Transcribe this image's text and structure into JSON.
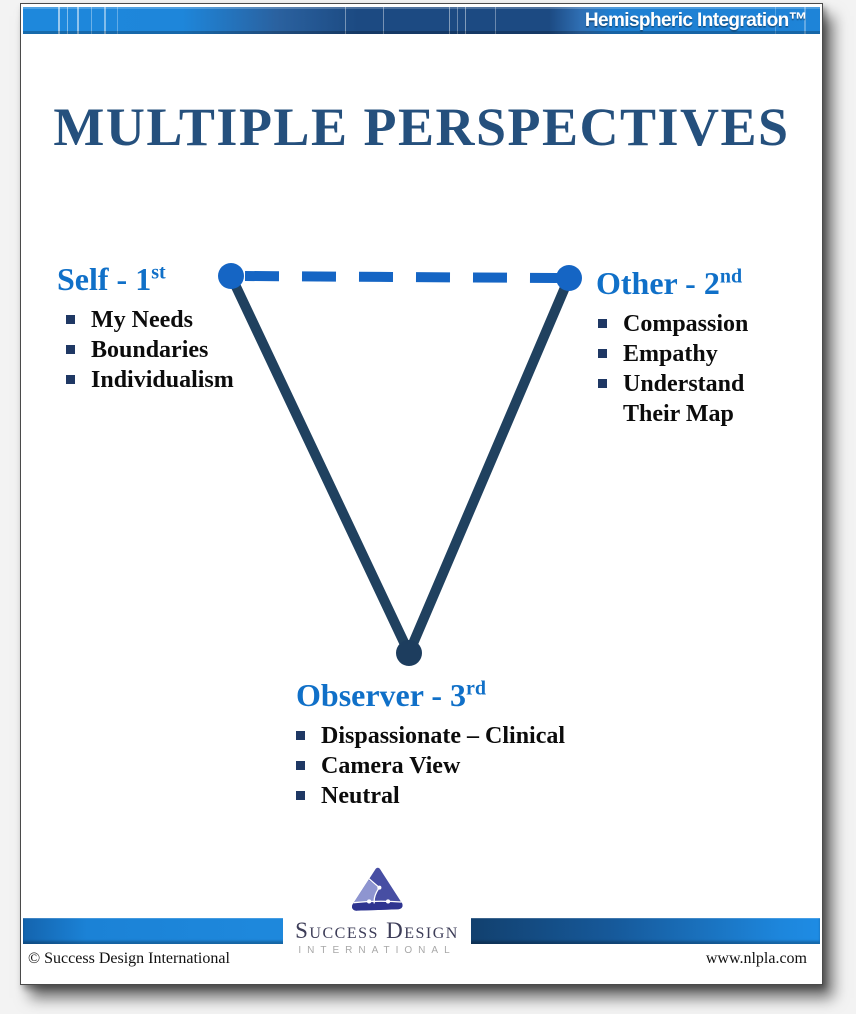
{
  "header": {
    "brand": "Hemispheric Integration™"
  },
  "title": "MULTIPLE PERSPECTIVES",
  "positions": {
    "self": {
      "label": "Self - 1",
      "ordinal": "st",
      "items": [
        "My Needs",
        "Boundaries",
        "Individualism"
      ]
    },
    "other": {
      "label": "Other - 2",
      "ordinal": "nd",
      "items": [
        "Compassion",
        "Empathy",
        "Understand Their Map"
      ]
    },
    "observer": {
      "label": "Observer - 3",
      "ordinal": "rd",
      "items": [
        "Dispassionate – Clinical",
        "Camera View",
        "Neutral"
      ]
    }
  },
  "logo": {
    "name": "Success Design",
    "subtitle": "INTERNATIONAL"
  },
  "footer": {
    "copyright": "© Success Design International",
    "website": "www.nlpla.com"
  },
  "colors": {
    "header_bar_blue": "#1e86da",
    "header_bar_navy": "#1c4a82",
    "title_navy": "#25507d",
    "position_label_blue": "#1070c8",
    "connector_navy": "#20415f",
    "node_dot_blue": "#1565c4",
    "bullet_square_navy": "#1f3864",
    "footer_bar_blue": "#1e88dc",
    "logo_indigo": "#474ea3"
  }
}
